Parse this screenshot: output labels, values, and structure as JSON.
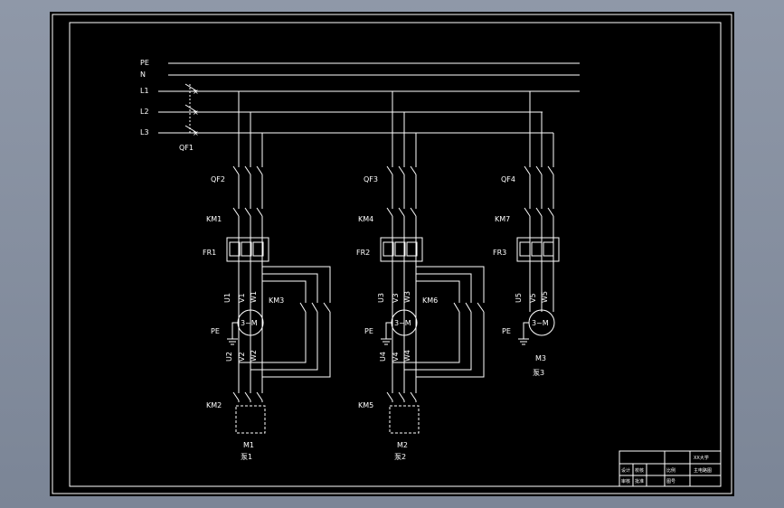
{
  "buses": [
    "PE",
    "N",
    "L1",
    "L2",
    "L3"
  ],
  "main_breaker": "QF1",
  "circuits": [
    {
      "breaker": "QF2",
      "contactor_main": "KM1",
      "overload": "FR1",
      "contactor_star": "KM3",
      "contactor_delta": "KM2",
      "terminals_top": [
        "U1",
        "V1",
        "W1"
      ],
      "terminals_bottom": [
        "U2",
        "V2",
        "W2"
      ],
      "motor_symbol": "3~M",
      "ground": "PE",
      "motor_id": "M1",
      "pump": "泵1"
    },
    {
      "breaker": "QF3",
      "contactor_main": "KM4",
      "overload": "FR2",
      "contactor_star": "KM6",
      "contactor_delta": "KM5",
      "terminals_top": [
        "U3",
        "V3",
        "W3"
      ],
      "terminals_bottom": [
        "U4",
        "V4",
        "W4"
      ],
      "motor_symbol": "3~M",
      "ground": "PE",
      "motor_id": "M2",
      "pump": "泵2"
    },
    {
      "breaker": "QF4",
      "contactor_main": "KM7",
      "overload": "FR3",
      "terminals_top": [
        "U5",
        "V5",
        "W5"
      ],
      "motor_symbol": "3~M",
      "ground": "PE",
      "motor_id": "M3",
      "pump": "泵3"
    }
  ],
  "title_block": {
    "drawing_name": "主电路图",
    "institution": "XX大学",
    "cells": [
      "设计",
      "校核",
      "审核",
      "批准",
      "比例",
      "图号"
    ]
  },
  "colors": {
    "line": "#ffffff",
    "sheet": "#000000",
    "backdrop": "#8a93a4"
  }
}
